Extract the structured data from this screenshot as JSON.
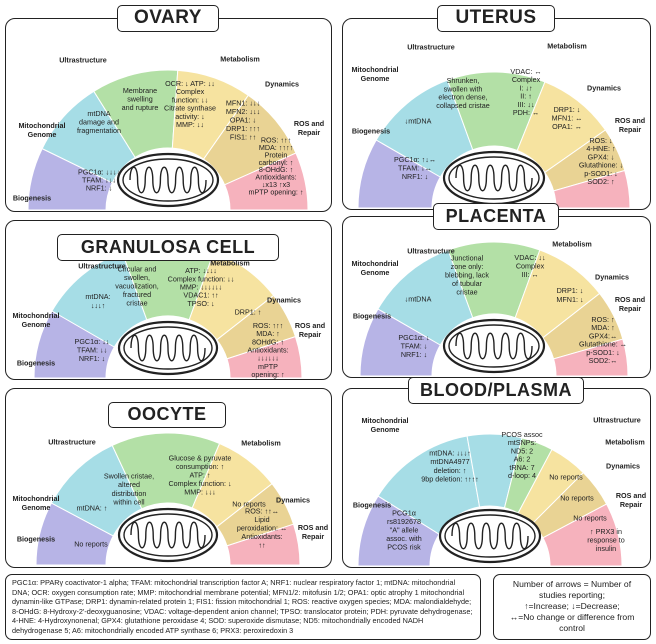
{
  "colors": {
    "biogenesis": "#b7b4e6",
    "genome": "#a6dde6",
    "ultrastructure": "#b3e0a6",
    "metabolism": "#f6e3a0",
    "dynamics": "#e9d394",
    "ros": "#f6b2bd",
    "blood_sector1": "#b7b4e6",
    "blood_sector2": "#a6dde6"
  },
  "labels": {
    "biogenesis": "Biogenesis",
    "genome": "Mitochondrial Genome",
    "ultrastructure": "Ultrastructure",
    "metabolism": "Metabolism",
    "dynamics": "Dynamics",
    "ros": "ROS and Repair"
  },
  "panels": {
    "ovary": {
      "title": "OVARY",
      "biogenesis": "PGC1α: ↓↓↓↓\nTFAM: ↓↓↓\nNRF1: ↓",
      "genome": "mtDNA\ndamage and\nfragmentation",
      "ultrastructure": "Membrane\nswelling\nand rupture",
      "metabolism": "OCR: ↓   ATP: ↓↓\nComplex\nfunction: ↓↓\nCitrate synthase\nactivity: ↓\nMMP: ↓↓",
      "dynamics": "MFN1: ↓↓↓\nMFN2: ↓↓↓\nOPA1: ↓\nDRP1: ↑↑↑\nFIS1: ↑↑",
      "ros": "ROS: ↑↑↑\nMDA: ↑↑↑↑\nProtein\ncarbonyl: ↑\n8-OHdG: ↑\nAntioxidants:\n↓x13 ↑x3\nmPTP opening: ↑"
    },
    "granulosa": {
      "title": "GRANULOSA CELL",
      "biogenesis": "PGC1α: ↓↓\nTFAM: ↓↓\nNRF1: ↓",
      "genome": "mtDNA:\n↓↓↓↑",
      "ultrastructure": "Circular and\nswollen,\nvacuolization,\nfractured\ncristae",
      "metabolism": "ATP: ↓↓↓↓\nComplex function: ↓↓\nMMP: ↓↓↓↓↓↓\nVDAC1: ↑↑\nTPSO: ↓",
      "dynamics": "DRP1: ↑",
      "ros": "ROS: ↑↑↑\nMDA: ↑\n8OHdG: ↑\nAntioxidants:\n↓↓↓↓↓↓\nmPTP\nopening: ↑"
    },
    "oocyte": {
      "title": "OOCYTE",
      "biogenesis": "No reports",
      "genome": "mtDNA: ↑",
      "ultrastructure": "Swollen cristae,\naltered\ndistribution\nwithin cell",
      "metabolism": "Glucose & pyruvate\nconsumption: ↑\nATP: ↑\nComplex function: ↓\nMMP: ↓↓↓",
      "dynamics": "No reports",
      "ros": "ROS: ↑↑↔\nLipid\nperoxidation: ↔\nAntioxidants:\n↑↑"
    },
    "uterus": {
      "title": "UTERUS",
      "biogenesis": "PGC1α: ↑↓↔\nTFAM: ↓↔\nNRF1: ↓",
      "genome": "↓mtDNA",
      "ultrastructure": "Shrunken,\nswollen with\nelectron dense,\ncollapsed cristae",
      "metabolism": "VDAC: ↔\nComplex\nI: ↓↑\nII: ↑\nIII: ↓↓\nPDH: ↔",
      "dynamics": "DRP1: ↓\nMFN1: ↔\nOPA1: ↔",
      "ros": "ROS: ↓\n4-HNE: ↑\nGPX4: ↓\nGlutathione: ↓\np-SOD1: ↓\nSOD2: ↑"
    },
    "placenta": {
      "title": "PLACENTA",
      "biogenesis": "PGC1α: ↓\nTFAM: ↓\nNRF1: ↓",
      "genome": "↓mtDNA",
      "ultrastructure": "Junctional\nzone only:\nblebbing, lack\nof tubular\ncristae",
      "metabolism": "VDAC: ↓↓\nComplex\nIII: ↔",
      "dynamics": "DRP1: ↓\nMFN1: ↓",
      "ros": "ROS: ↑\nMDA: ↑\nGPX4:↔\nGlutathione: ↔\np-SOD1: ↓\nSOD2:↔"
    },
    "blood": {
      "title": "BLOOD/PLASMA",
      "biogenesis": "PCG1α\nrs8192678\n\"A\" allele\nassoc. with\nPCOS risk",
      "genome": "mtDNA: ↓↓↓↑\nmtDNA4977\ndeletion: ↑\n9bp deletion: ↑↑↑↑",
      "snps": "PCOS assoc\nmtSNPs:\nND5: 2\nA6: 2\ntRNA: 7\nd-loop: 4",
      "ultrastructure": "No reports",
      "metabolism": "No reports",
      "dynamics": "No reports",
      "ros": "↑ PRX3 in\nresponse to\ninsulin"
    }
  },
  "footer": "PGC1α: PPARγ coactivator-1 alpha; TFAM: mitochondrial transcription factor A; NRF1: nuclear respiratory factor 1; mtDNA: mitochondrial DNA; OCR: oxygen consumption rate; MMP: mitochondrial membrane potential; MFN1/2: mitofusin 1/2; OPA1: optic atrophy 1 mitochondrial dynamin-like GTPase; DRP1: dynamin-related protein 1; FIS1: fission mitochondrial 1; ROS: reactive oxygen species; MDA: malondialdehyde; 8-OHdG: 8-Hydroxy-2'-deoxyguanosine; VDAC: voltage-dependent anion channel; TPSO: translocator protein; PDH: pyruvate dehydrogenase; 4-HNE: 4-Hydroxynonenal; GPX4: glutathione peroxidase 4; SOD: superoxide dismutase; ND5: mitochondrially encoded NADH dehydrogenase 5; A6: mitochondrially encoded ATP synthase 6; PRX3: peroxiredoxin 3",
  "legend": "Number of arrows = Number of studies reporting;\n↑=Increase; ↓=Decrease;\n↔=No change or difference from control"
}
